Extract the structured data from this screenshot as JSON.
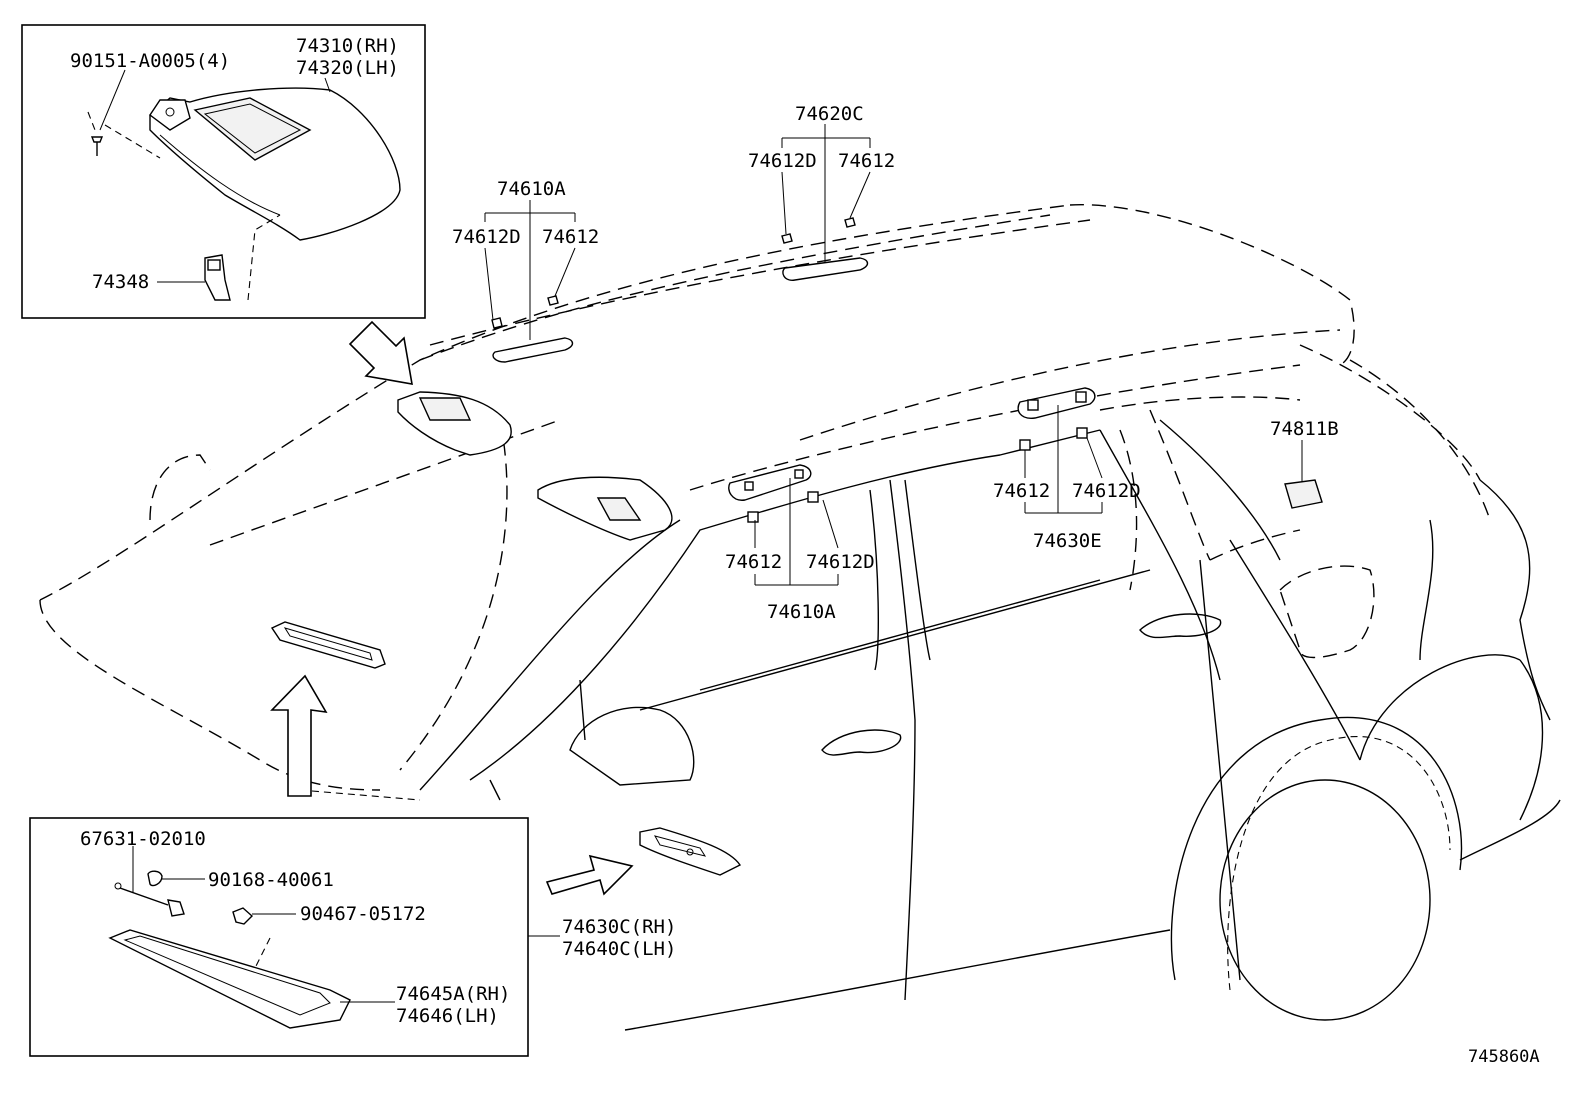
{
  "labels": {
    "visor_screw": "90151-A0005(4)",
    "visor_rh": "74310(RH)",
    "visor_lh": "74320(LH)",
    "visor_holder": "74348",
    "grip_front_top": "74610A",
    "grip_front_top_cap_d": "74612D",
    "grip_front_top_cap": "74612",
    "grip_mid_top": "74620C",
    "grip_mid_top_cap_d": "74612D",
    "grip_mid_top_cap": "74612",
    "grip_front_low_cap": "74612",
    "grip_front_low_cap_d": "74612D",
    "grip_front_low": "74610A",
    "grip_rear_cap": "74612",
    "grip_rear_cap_d": "74612D",
    "grip_rear": "74630E",
    "rear_lamp": "74811B",
    "lamp_wire": "67631-02010",
    "lamp_bulb": "90168-40061",
    "lamp_clip": "90467-05172",
    "console_rh": "74630C(RH)",
    "console_lh": "74640C(LH)",
    "mirror_rh": "74645A(RH)",
    "mirror_lh": "74646(LH)",
    "figure_code": "745860A"
  },
  "icons": {
    "callout_arrow": "callout-arrow-icon"
  }
}
